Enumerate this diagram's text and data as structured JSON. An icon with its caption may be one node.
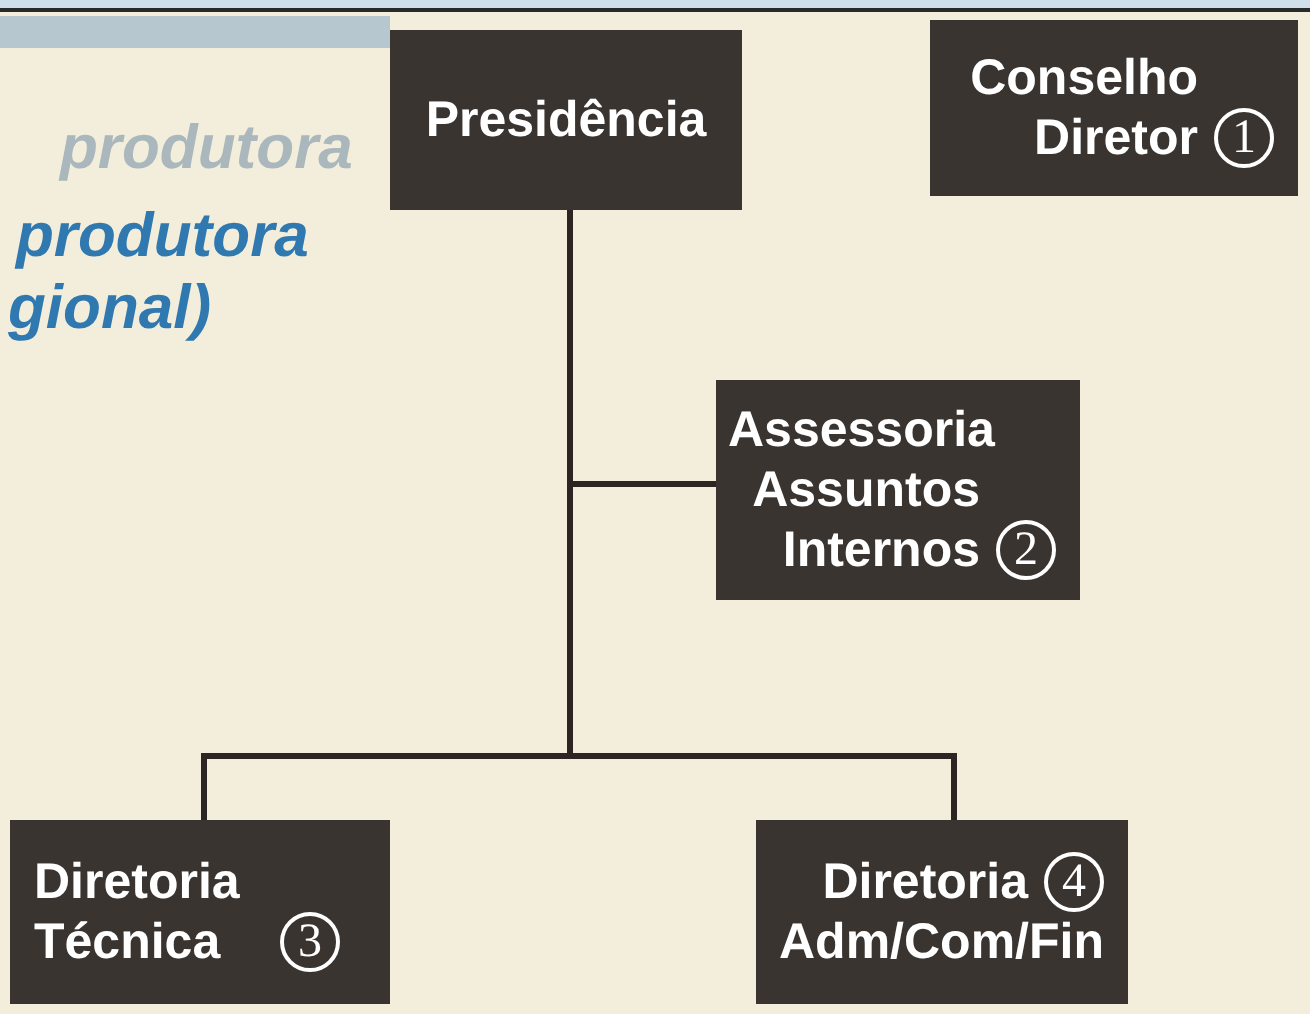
{
  "diagram": {
    "nodes": [
      {
        "text": [
          "Presidência"
        ]
      },
      {
        "text": [
          "Conselho Diretor",
          "1"
        ]
      },
      {
        "text": [
          "Assessoria Assuntos Internos",
          "2"
        ]
      },
      {
        "text": [
          "Diretoria Técnica",
          "3"
        ]
      },
      {
        "text": [
          "Diretoria",
          "4",
          "Adm/Com/Fin"
        ]
      }
    ],
    "edges": [
      {
        "from": 0,
        "to": 2,
        "arrow": "none"
      },
      {
        "from": 0,
        "to": 3,
        "arrow": "none"
      },
      {
        "from": 0,
        "to": 4,
        "arrow": "none"
      }
    ],
    "labels": [
      "produtora",
      "produtora",
      "gional)"
    ]
  }
}
